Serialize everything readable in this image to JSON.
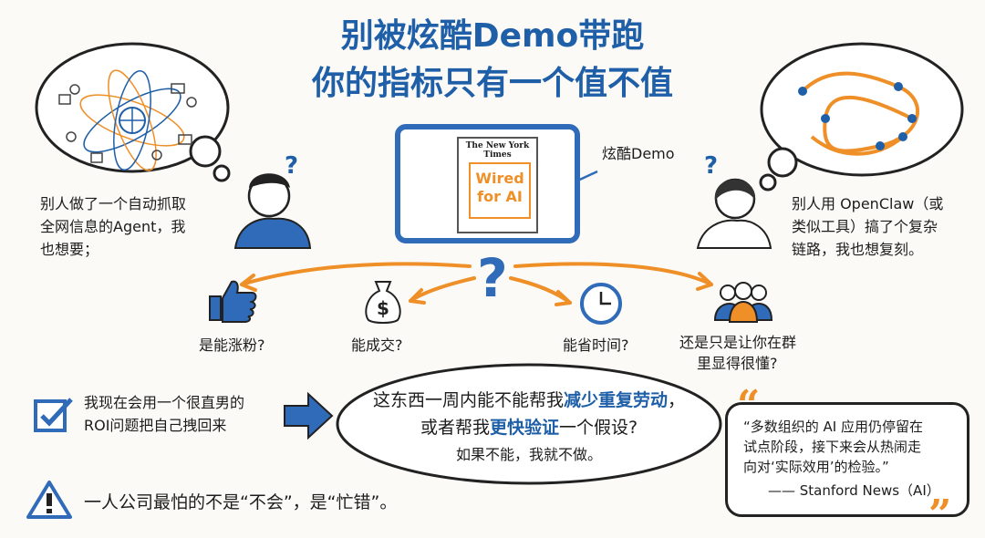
{
  "title": {
    "line1": "别被炫酷Demo带跑",
    "line2": "你的指标只有一个值不值"
  },
  "top_left": {
    "text_line1": "别人做了一个自动抓取",
    "text_line2": "全网信息的Agent，我",
    "text_line3": "也想要；"
  },
  "top_right": {
    "text_line1": "别人用 OpenClaw（或",
    "text_line2": "类似工具）搞了个复杂",
    "text_line3": "链路，我也想复刻。"
  },
  "center_screen": {
    "newspaper": "The New York Times",
    "headline_line1": "Wired",
    "headline_line2": "for AI",
    "label": "炫酷Demo"
  },
  "question_mark": "?",
  "options": [
    {
      "label": "是能涨粉?",
      "icon": "thumbs-up-icon"
    },
    {
      "label": "能成交?",
      "icon": "money-bag-icon"
    },
    {
      "label": "能省时间?",
      "icon": "clock-icon"
    },
    {
      "label_line1": "还是只是让你在群",
      "label_line2": "里显得很懂?",
      "icon": "group-icon"
    }
  ],
  "checklist": {
    "line1": "我现在会用一个很直男的",
    "line2": "ROI问题把自己拽回来"
  },
  "center_cloud": {
    "line1_prefix": "这东西一周内能不能帮我",
    "line1_highlight": "减少重复劳动",
    "line1_suffix": "，",
    "line2_prefix": "或者帮我",
    "line2_highlight": "更快验证",
    "line2_suffix": "一个假设?",
    "line3": "如果不能，我就不做。"
  },
  "warning": {
    "text": "一人公司最怕的不是“不会”，是“忙错”。"
  },
  "quote": {
    "open_mark": "“",
    "line1": "“多数组织的 AI 应用仍停留在",
    "line2": "试点阶段，接下来会从热闹走",
    "line3": "向对‘实际效用’的检验。”",
    "source": "—— Stanford News（AI）",
    "close_mark": "”"
  },
  "colors": {
    "title_blue": "#1f5fa8",
    "accent_orange": "#ef8f27",
    "ink": "#1d1d1d"
  }
}
